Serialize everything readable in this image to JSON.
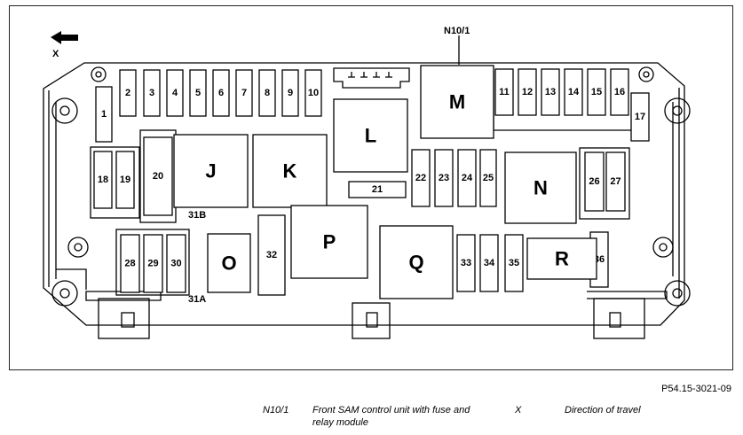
{
  "direction": {
    "label": "X",
    "arrow_icon": "left-arrow"
  },
  "module": {
    "callout": "N10/1"
  },
  "fuses": [
    {
      "id": "f1",
      "label": "1"
    },
    {
      "id": "f2",
      "label": "2"
    },
    {
      "id": "f3",
      "label": "3"
    },
    {
      "id": "f4",
      "label": "4"
    },
    {
      "id": "f5",
      "label": "5"
    },
    {
      "id": "f6",
      "label": "6"
    },
    {
      "id": "f7",
      "label": "7"
    },
    {
      "id": "f8",
      "label": "8"
    },
    {
      "id": "f9",
      "label": "9"
    },
    {
      "id": "f10",
      "label": "10"
    },
    {
      "id": "f11",
      "label": "11"
    },
    {
      "id": "f12",
      "label": "12"
    },
    {
      "id": "f13",
      "label": "13"
    },
    {
      "id": "f14",
      "label": "14"
    },
    {
      "id": "f15",
      "label": "15"
    },
    {
      "id": "f16",
      "label": "16"
    },
    {
      "id": "f17",
      "label": "17"
    },
    {
      "id": "f18",
      "label": "18"
    },
    {
      "id": "f19",
      "label": "19"
    },
    {
      "id": "f20",
      "label": "20"
    },
    {
      "id": "f21",
      "label": "21"
    },
    {
      "id": "f22",
      "label": "22"
    },
    {
      "id": "f23",
      "label": "23"
    },
    {
      "id": "f24",
      "label": "24"
    },
    {
      "id": "f25",
      "label": "25"
    },
    {
      "id": "f26",
      "label": "26"
    },
    {
      "id": "f27",
      "label": "27"
    },
    {
      "id": "f28",
      "label": "28"
    },
    {
      "id": "f29",
      "label": "29"
    },
    {
      "id": "f30",
      "label": "30"
    },
    {
      "id": "f32",
      "label": "32"
    },
    {
      "id": "f33",
      "label": "33"
    },
    {
      "id": "f34",
      "label": "34"
    },
    {
      "id": "f35",
      "label": "35"
    },
    {
      "id": "f36",
      "label": "36"
    }
  ],
  "relays": [
    {
      "id": "J",
      "label": "J"
    },
    {
      "id": "K",
      "label": "K"
    },
    {
      "id": "L",
      "label": "L"
    },
    {
      "id": "M",
      "label": "M"
    },
    {
      "id": "N",
      "label": "N"
    },
    {
      "id": "O",
      "label": "O"
    },
    {
      "id": "P",
      "label": "P"
    },
    {
      "id": "Q",
      "label": "Q"
    },
    {
      "id": "R",
      "label": "R"
    }
  ],
  "terminals": {
    "t31b": "31B",
    "t31a": "31A"
  },
  "drawing_code": "P54.15-3021-09",
  "legend": [
    {
      "key": "N10/1",
      "description": "Front SAM control unit with fuse and relay module"
    },
    {
      "key": "X",
      "description": "Direction of travel"
    }
  ]
}
